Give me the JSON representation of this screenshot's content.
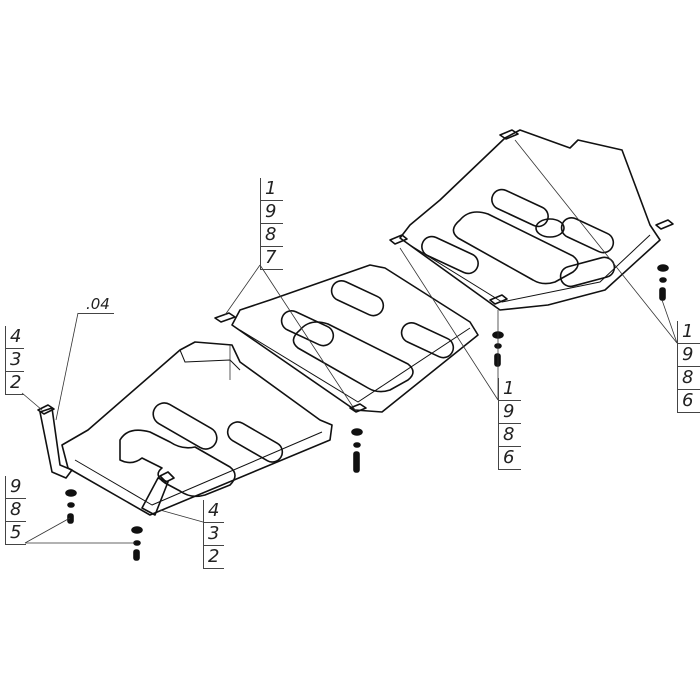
{
  "diagram": {
    "part_label": ".04",
    "callouts": [
      {
        "id": "front-left",
        "items": [
          "4",
          "3",
          "2"
        ]
      },
      {
        "id": "front-fasteners",
        "items": [
          "9",
          "8",
          "5"
        ]
      },
      {
        "id": "front-right",
        "items": [
          "4",
          "3",
          "2"
        ]
      },
      {
        "id": "middle-plate",
        "items": [
          "1",
          "9",
          "8",
          "7"
        ]
      },
      {
        "id": "rear-plate-center",
        "items": [
          "1",
          "9",
          "8",
          "6"
        ]
      },
      {
        "id": "rear-plate-right",
        "items": [
          "1",
          "9",
          "8",
          "6"
        ]
      }
    ]
  }
}
